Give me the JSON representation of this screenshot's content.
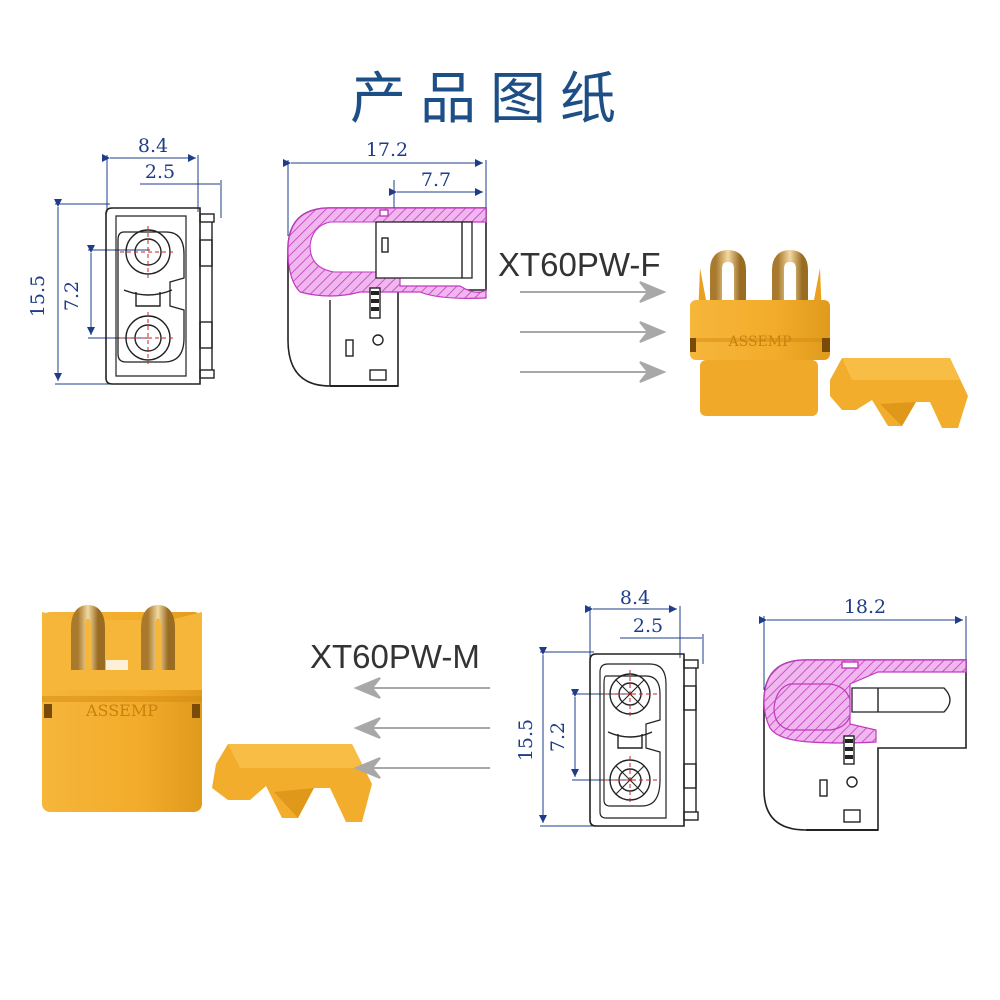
{
  "title": "产品图纸",
  "female": {
    "model": "XT60PW-F",
    "front": {
      "width": "8.4",
      "offset": "2.5",
      "height": "15.5",
      "pitch": "7.2"
    },
    "side": {
      "length": "17.2",
      "depth": "7.7"
    }
  },
  "male": {
    "model": "XT60PW-M",
    "front": {
      "width": "8.4",
      "offset": "2.5",
      "height": "15.5",
      "pitch": "7.2"
    },
    "side": {
      "length": "18.2"
    }
  },
  "colors": {
    "title": "#1d4e86",
    "dimension": "#1f3c8a",
    "section_fill": "#cc33cc",
    "outline": "#222222",
    "connector_body": "#f2ad2c",
    "connector_shadow": "#d48a10",
    "pin": "#d9b36a",
    "arrow": "#a8a8a8",
    "center_mark": "#cc2222"
  },
  "icons": [
    "arrow-left-icon",
    "arrow-right-icon"
  ]
}
